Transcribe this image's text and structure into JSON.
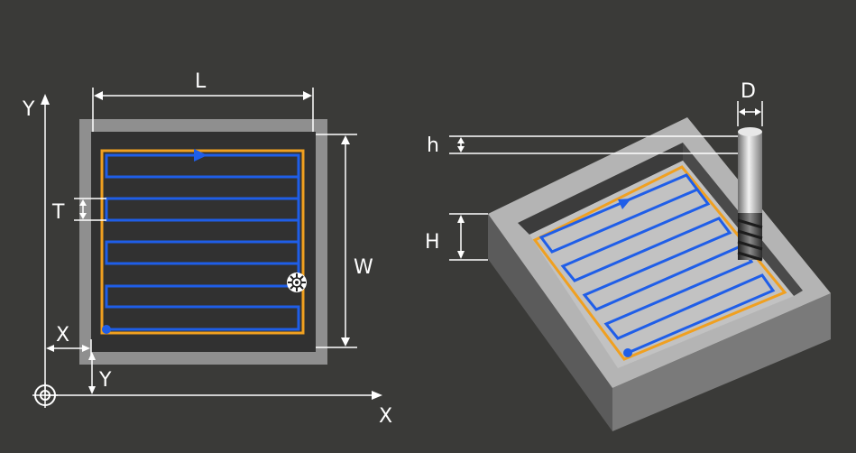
{
  "plan_view": {
    "labels": {
      "length": "L",
      "width": "W",
      "stepover": "T",
      "offset_x": "X",
      "offset_y": "Y",
      "axis_x": "X",
      "axis_y": "Y"
    },
    "origin_icon": "target-crosshair-icon",
    "spindle_icon": "gear-icon"
  },
  "iso_view": {
    "labels": {
      "tool_diameter": "D",
      "step_depth": "h",
      "pocket_depth": "H"
    }
  },
  "colors": {
    "background": "#3a3a38",
    "wall_gray": "#8f8f8f",
    "pocket_floor": "#313131",
    "boundary_orange": "#f0a020",
    "toolpath_blue": "#1f5ee8",
    "dimension_white": "#ffffff"
  }
}
